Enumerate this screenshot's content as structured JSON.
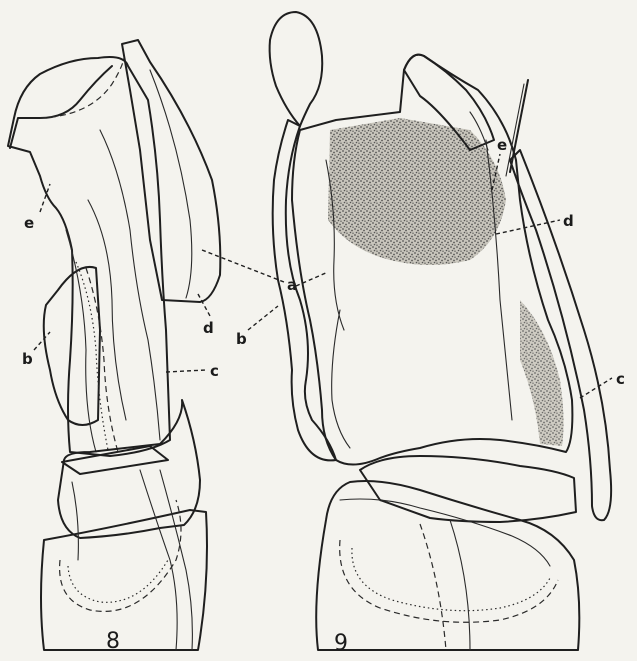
{
  "figures": [
    {
      "number": "8",
      "labels": {
        "a": "a",
        "b": "b",
        "c": "c",
        "d": "d",
        "e": "e"
      }
    },
    {
      "number": "9",
      "labels": {
        "a": "a",
        "b": "b",
        "c": "c",
        "d": "d",
        "e": "e"
      }
    }
  ]
}
